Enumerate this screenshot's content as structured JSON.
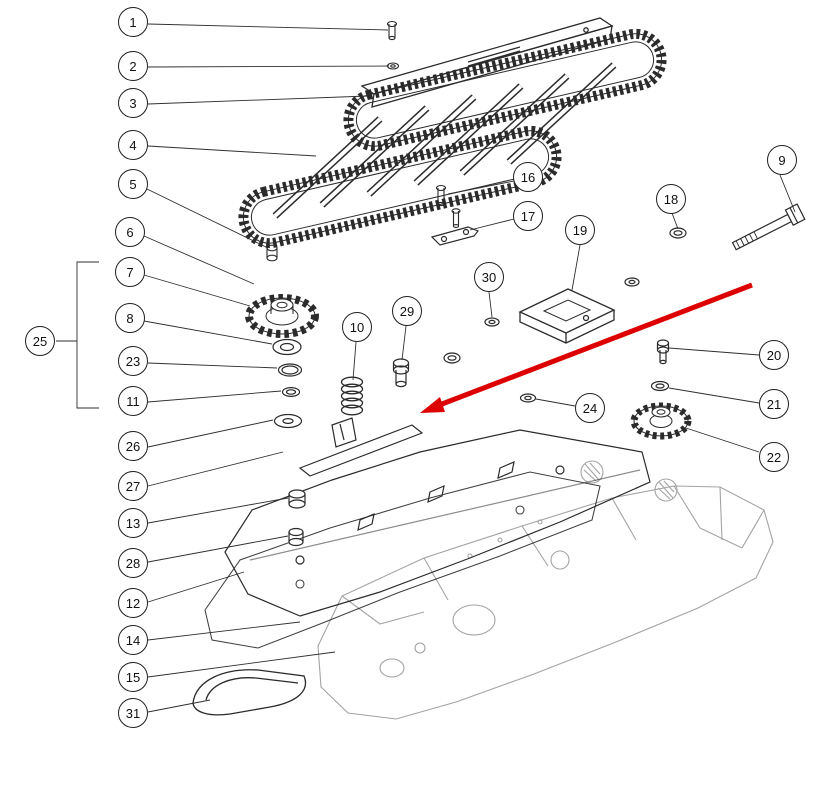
{
  "diagram": {
    "type": "exploded-view-parts-diagram",
    "colors": {
      "part_line": "#2b2b2b",
      "body_line": "#a3a3a3",
      "leader_line": "#2f2f2f",
      "arrow": "#dd0000",
      "callout_border": "#1f1f1f",
      "callout_text": "#111111",
      "background": "#ffffff"
    },
    "callouts": [
      {
        "label": "1"
      },
      {
        "label": "2"
      },
      {
        "label": "3"
      },
      {
        "label": "4"
      },
      {
        "label": "5"
      },
      {
        "label": "6"
      },
      {
        "label": "7"
      },
      {
        "label": "8"
      },
      {
        "label": "9"
      },
      {
        "label": "10"
      },
      {
        "label": "11"
      },
      {
        "label": "12"
      },
      {
        "label": "13"
      },
      {
        "label": "14"
      },
      {
        "label": "15"
      },
      {
        "label": "16"
      },
      {
        "label": "17"
      },
      {
        "label": "18"
      },
      {
        "label": "19"
      },
      {
        "label": "20"
      },
      {
        "label": "21"
      },
      {
        "label": "22"
      },
      {
        "label": "23"
      },
      {
        "label": "24"
      },
      {
        "label": "25"
      },
      {
        "label": "26"
      },
      {
        "label": "27"
      },
      {
        "label": "28"
      },
      {
        "label": "29"
      },
      {
        "label": "30"
      },
      {
        "label": "31"
      }
    ],
    "arrow": {
      "name": "red-pointer-arrow",
      "color": "#dd0000"
    }
  }
}
